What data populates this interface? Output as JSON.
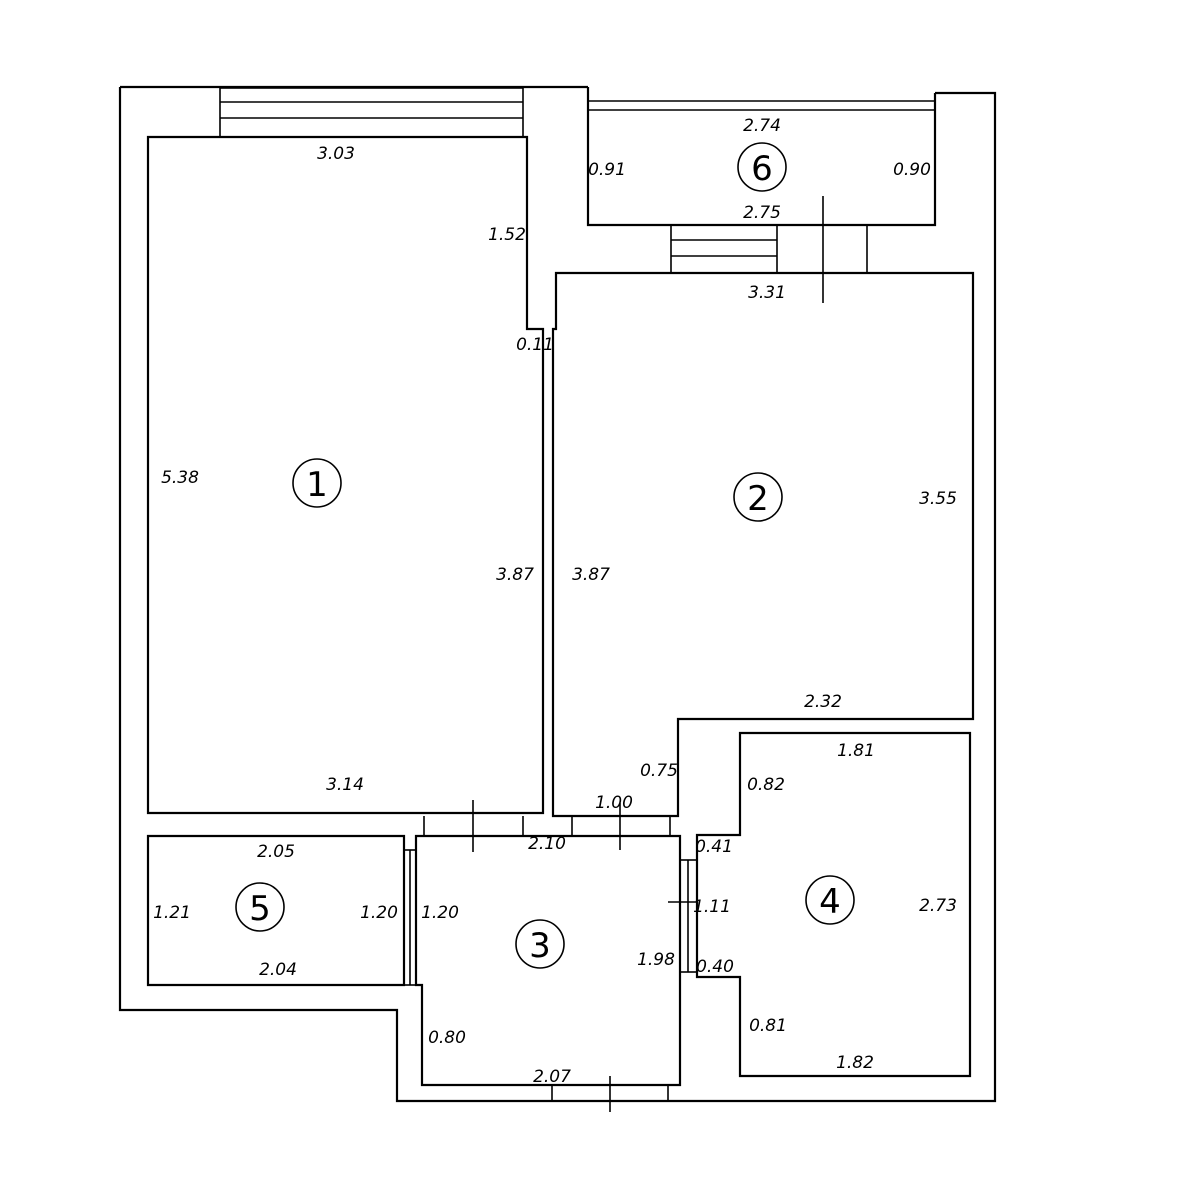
{
  "rooms": [
    {
      "number": "1"
    },
    {
      "number": "2"
    },
    {
      "number": "3"
    },
    {
      "number": "4"
    },
    {
      "number": "5"
    },
    {
      "number": "6"
    }
  ],
  "dims": {
    "r1_top": "3.03",
    "r1_left": "5.38",
    "r1_right_upper": "1.52",
    "r1_notch": "0.11",
    "r1_right": "3.87",
    "r1_bottom": "3.14",
    "r2_top": "3.31",
    "r2_left": "3.87",
    "r2_right": "3.55",
    "r2_bottom": "2.32",
    "r2_step": "0.75",
    "r2_door": "1.00",
    "r6_top": "2.74",
    "r6_bottom": "2.75",
    "r6_left": "0.91",
    "r6_right": "0.90",
    "r5_top": "2.05",
    "r5_bottom": "2.04",
    "r5_left": "1.21",
    "r5_right": "1.20",
    "r3_top": "2.10",
    "r3_left": "1.20",
    "r3_right": "1.98",
    "r3_bottom": "2.07",
    "r3_left_lower": "0.80",
    "r4_top": "1.81",
    "r4_left_upper": "0.82",
    "r4_step_top": "0.41",
    "r4_left_mid": "1.11",
    "r4_step_bottom": "0.40",
    "r4_left_lower": "0.81",
    "r4_bottom": "1.82",
    "r4_right": "2.73"
  }
}
